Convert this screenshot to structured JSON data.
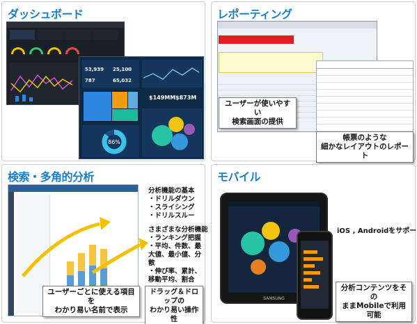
{
  "panels": {
    "dashboard": {
      "title": "ダッシュボード"
    },
    "reporting": {
      "title": "レポーティング",
      "callout_search": [
        "ユーザーが使いやすい",
        "検索画面の提供"
      ],
      "callout_layout": [
        "帳票のような",
        "細かなレイアウトのレポート"
      ]
    },
    "analysis": {
      "title": "検索・多角的分析",
      "features_heading": "分析機能の基本",
      "features": [
        "ドリルダウン",
        "スライシング",
        "ドリルスルー"
      ],
      "methods_heading": "さまざまな分析機能",
      "methods": [
        "ランキング把握",
        "平均、件数、最大値、最小値、分散",
        "伸び率、累計、移動平均、割合"
      ],
      "callout_items": [
        "ユーザーごとに使える項目を",
        "わかり易い名前で表示"
      ],
      "callout_drag": [
        "ドラッグ＆ドロップの",
        "わかり易い操作性"
      ]
    },
    "mobile": {
      "title": "モバイル",
      "support_text": "iOS , Androidをサポート",
      "callout_content": [
        "分析コンテンツをその",
        "ままMobileで利用可能"
      ],
      "device_brand": "SAMSUNG"
    }
  },
  "colors": {
    "title_blue": "#1a7fc9",
    "accent_yellow": "#f2c200"
  }
}
